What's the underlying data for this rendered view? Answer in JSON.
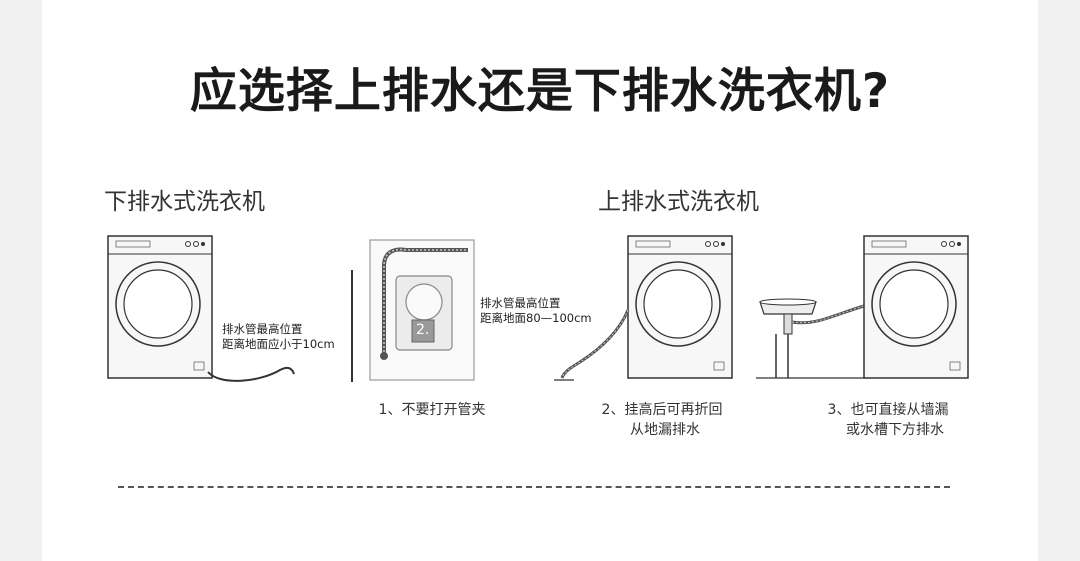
{
  "title": "应选择上排水还是下排水洗衣机?",
  "sections": {
    "bottom_drain": {
      "label": "下排水式洗衣机"
    },
    "top_drain": {
      "label": "上排水式洗衣机"
    }
  },
  "notes": {
    "bottom_note": [
      "排水管最高位置",
      "距离地面应小于10cm"
    ],
    "top_note": [
      "排水管最高位置",
      "距离地面80—100cm"
    ],
    "panel_label": "2."
  },
  "captions": {
    "c1": [
      "1、不要打开管夹"
    ],
    "c2": [
      "2、挂高后可再折回",
      "从地漏排水"
    ],
    "c3": [
      "3、也可直接从墙漏",
      "或水槽下方排水"
    ]
  },
  "colors": {
    "line": "#333333",
    "machine_fill": "#f7f7f7",
    "panel_fill": "#dcdcdc"
  }
}
